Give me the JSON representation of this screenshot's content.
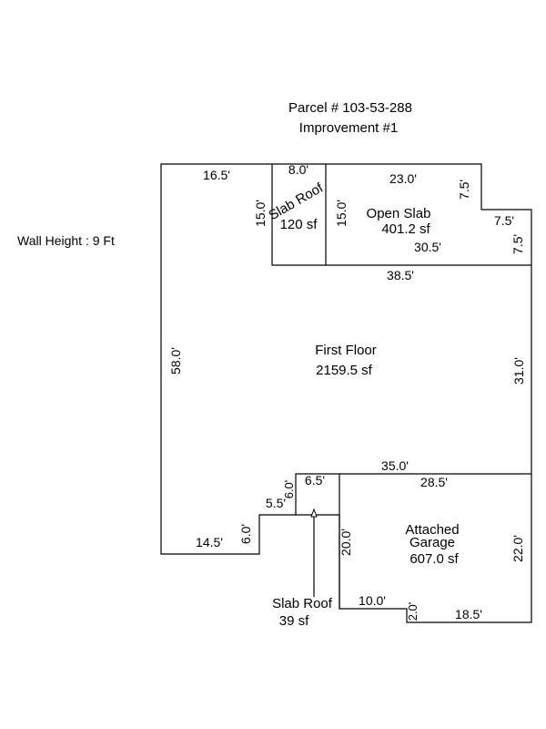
{
  "header": {
    "parcel": "Parcel # 103-53-288",
    "improvement": "Improvement #1"
  },
  "wall_height": "Wall Height : 9 Ft",
  "areas": {
    "first_floor": {
      "name": "First Floor",
      "area": "2159.5 sf"
    },
    "slab_roof_top": {
      "name": "Slab Roof",
      "area": "120 sf"
    },
    "open_slab": {
      "name": "Open Slab",
      "area": "401.2 sf"
    },
    "garage": {
      "name_line1": "Attached",
      "name_line2": "Garage",
      "area": "607.0 sf"
    },
    "slab_roof_bottom": {
      "name": "Slab Roof",
      "area": "39 sf"
    }
  },
  "dimensions": {
    "top_left": "16.5'",
    "slab_top": "8.0'",
    "open_top": "23.0'",
    "right_step_v": "7.5'",
    "right_step_h": "7.5'",
    "right_step_v2": "7.5'",
    "slab_left": "15.0'",
    "open_left": "15.0'",
    "open_bottom": "30.5'",
    "mid_horizontal": "38.5'",
    "left_side": "58.0'",
    "right_side": "31.0'",
    "garage_top_outer": "35.0'",
    "garage_top_inner": "28.5'",
    "notch_top": "6.5'",
    "notch_left": "6.0'",
    "notch_step": "5.5'",
    "bottom_left": "14.5'",
    "bottom_left_v": "6.0'",
    "garage_left": "20.0'",
    "garage_right": "22.0'",
    "garage_bottom_left": "10.0'",
    "garage_bottom_step": "2.0'",
    "garage_bottom_right": "18.5'"
  },
  "colors": {
    "line": "#000000",
    "background": "#ffffff"
  }
}
